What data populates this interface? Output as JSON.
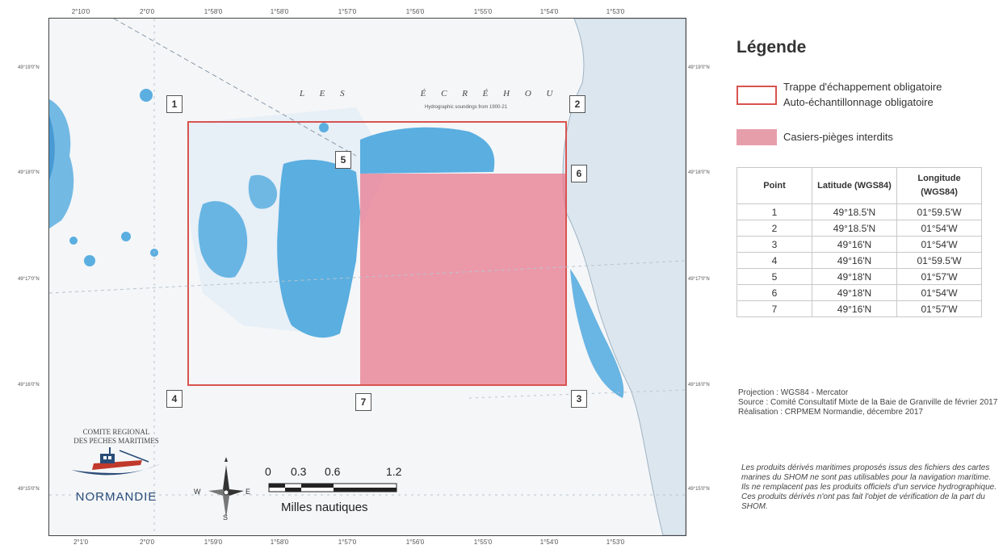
{
  "map": {
    "place_name": "L E S        É C R É H O U",
    "depth_note": "Hydrographic soundings from 1900-21",
    "lon_ticks": [
      "2°10'0",
      "2°0'0",
      "1°58'0",
      "1°58'0",
      "1°57'0",
      "1°56'0",
      "1°55'0",
      "1°54'0",
      "1°53'0"
    ],
    "lon_ticks_bottom": [
      "2°1'0",
      "2°0'0",
      "1°59'0",
      "1°58'0",
      "1°57'0",
      "1°56'0",
      "1°55'0",
      "1°54'0",
      "1°53'0"
    ],
    "lat_ticks_left": [
      "49°19'0\"N",
      "49°18'0\"N",
      "49°17'0\"N",
      "49°16'0\"N",
      "49°15'0\"N"
    ],
    "lat_ticks_right": [
      "49°19'0\"N",
      "49°18'0\"N",
      "49°17'0\"N",
      "49°16'0\"N",
      "49°15'0\"N"
    ],
    "points": [
      {
        "label": "1"
      },
      {
        "label": "2"
      },
      {
        "label": "3"
      },
      {
        "label": "4"
      },
      {
        "label": "5"
      },
      {
        "label": "6"
      },
      {
        "label": "7"
      }
    ],
    "colors": {
      "sea": "#f4f6f8",
      "shoal": "#5aaee0",
      "trap_outline": "#d9534f",
      "forbidden_zone": "#e8758b",
      "land": "#dce6ee"
    }
  },
  "logo": {
    "line1": "COMITE REGIONAL",
    "line2": "DES PECHES MARITIMES",
    "name": "NORMANDIE"
  },
  "north_arrow": {
    "n": "N",
    "s": "S",
    "e": "E",
    "w": "W"
  },
  "scale": {
    "ticks": [
      "0",
      "0.3",
      "0.6",
      "1.2"
    ],
    "unit": "Milles nautiques"
  },
  "legend": {
    "title": "Légende",
    "item_trap_line1": "Trappe d'échappement obligatoire",
    "item_trap_line2": "Auto-échantillonnage obligatoire",
    "item_forbidden": "Casiers-pièges interdits"
  },
  "table": {
    "headers": [
      "Point",
      "Latitude (WGS84)",
      "Longitude (WGS84)"
    ],
    "rows": [
      [
        "1",
        "49°18.5'N",
        "01°59.5'W"
      ],
      [
        "2",
        "49°18.5'N",
        "01°54'W"
      ],
      [
        "3",
        "49°16'N",
        "01°54'W"
      ],
      [
        "4",
        "49°16'N",
        "01°59.5'W"
      ],
      [
        "5",
        "49°18'N",
        "01°57'W"
      ],
      [
        "6",
        "49°18'N",
        "01°54'W"
      ],
      [
        "7",
        "49°16'N",
        "01°57'W"
      ]
    ]
  },
  "info": {
    "projection": "Projection : WGS84 - Mercator",
    "source": "Source : Comité Consultatif Mixte de la Baie de Granville de février 2017",
    "realisation": "Réalisation : CRPMEM Normandie, décembre 2017"
  },
  "disclaimer": "Les produits dérivés maritimes proposés issus des fichiers des cartes marines du SHOM ne sont pas utilisables pour la navigation maritime. Ils ne remplacent pas les produits officiels d'un service hydrographique. Ces produits dérivés n'ont pas fait l'objet de vérification de la part du SHOM."
}
